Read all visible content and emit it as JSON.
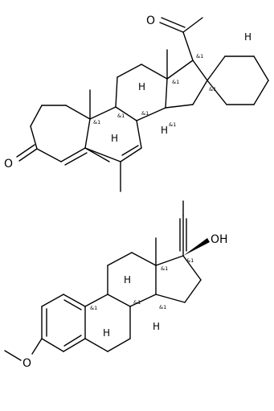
{
  "molecule_top": {
    "atoms": {
      "O_ketone": "O",
      "O_acetyl": "O"
    },
    "stereo_tag": "&1",
    "h_label": "H"
  },
  "molecule_bottom": {
    "atoms": {
      "OH": "OH",
      "O_methoxy": "O"
    },
    "stereo_tag": "&1",
    "h_label": "H"
  }
}
